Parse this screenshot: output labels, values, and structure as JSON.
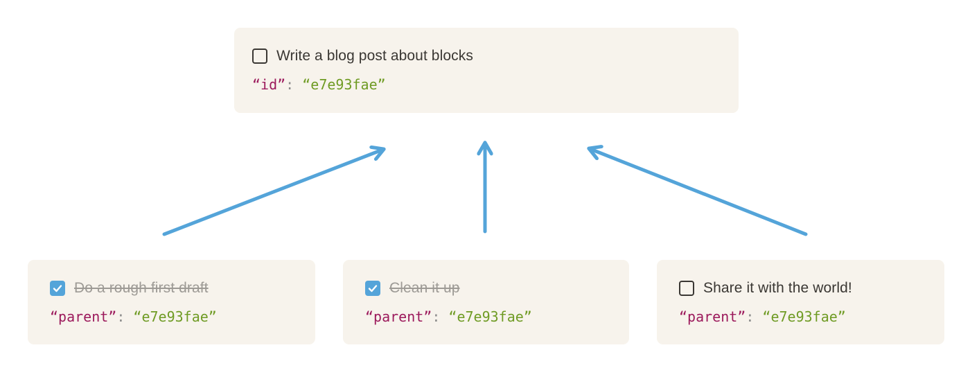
{
  "colors": {
    "block_background": "#f7f3ec",
    "arrow_blue": "#54a4d9",
    "checkbox_checked_blue": "#54a4d9",
    "checkbox_border": "#3a3733",
    "label_text": "#3a3733",
    "label_done_text": "#9d9a95",
    "code_key": "#9c1a5c",
    "code_colon": "#8b8b8b",
    "code_value": "#6f9b24"
  },
  "parent_block": {
    "checked": false,
    "label": "Write a blog post about blocks",
    "code_key": "“id”",
    "code_separator": ": ",
    "code_value": "“e7e93fae”"
  },
  "child_blocks": [
    {
      "checked": true,
      "label": "Do a rough first draft",
      "code_key": "“parent”",
      "code_separator": ": ",
      "code_value": "“e7e93fae”"
    },
    {
      "checked": true,
      "label": "Clean it up",
      "code_key": "“parent”",
      "code_separator": ": ",
      "code_value": "“e7e93fae”"
    },
    {
      "checked": false,
      "label": "Share it with the world!",
      "code_key": "“parent”",
      "code_separator": ": ",
      "code_value": "“e7e93fae”"
    }
  ]
}
